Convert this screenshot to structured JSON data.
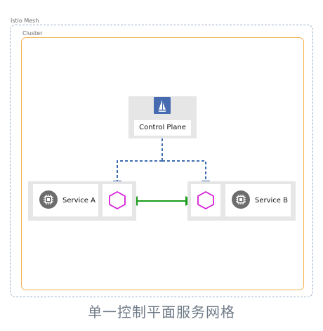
{
  "mesh_label": "Istio Mesh",
  "cluster_label": "Cluster",
  "control_plane": {
    "label": "Control Plane",
    "logo_icon": "istio-sail-icon"
  },
  "service_a": {
    "label": "Service A",
    "icon": "chip-icon",
    "sidecar_icon": "hexagon-proxy-icon"
  },
  "service_b": {
    "label": "Service B",
    "icon": "chip-icon",
    "sidecar_icon": "hexagon-proxy-icon"
  },
  "caption": "单一控制平面服务网格",
  "colors": {
    "mesh_border": "#9eb0c8",
    "cluster_border": "#f2b24c",
    "control_link": "#3f6db0",
    "data_link": "#1a9b1a",
    "sidecar": "#d61fd6",
    "logo_bg": "#466bb0"
  }
}
